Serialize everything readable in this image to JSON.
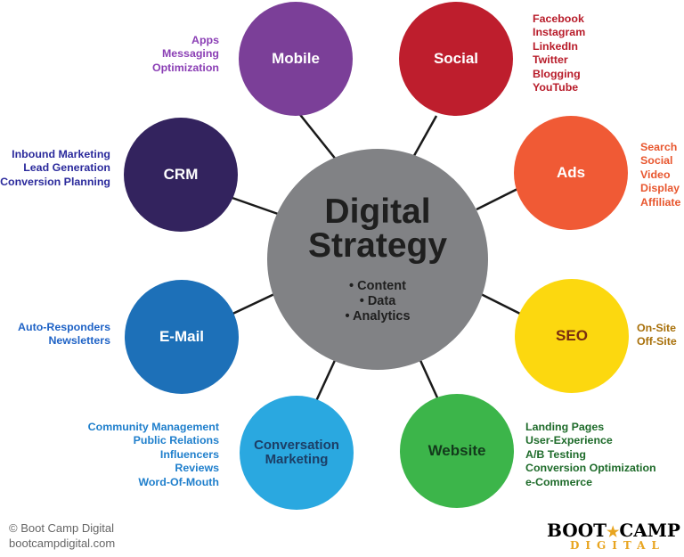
{
  "center": {
    "title_line1": "Digital",
    "title_line2": "Strategy",
    "bullets": [
      "• Content",
      "• Data",
      "• Analytics"
    ]
  },
  "nodes": {
    "mobile": {
      "label": "Mobile",
      "color": "#7b3f98",
      "items": [
        "Apps",
        "Messaging",
        "Optimization"
      ],
      "item_color": "#8b3fb5"
    },
    "social": {
      "label": "Social",
      "color": "#be1e2d",
      "items": [
        "Facebook",
        "Instagram",
        "LinkedIn",
        "Twitter",
        "Blogging",
        "YouTube"
      ],
      "item_color": "#b81c2a"
    },
    "crm": {
      "label": "CRM",
      "color": "#33235e",
      "items": [
        "Inbound Marketing",
        "Lead Generation",
        "Conversion Planning"
      ],
      "item_color": "#2b2a9c"
    },
    "ads": {
      "label": "Ads",
      "color": "#f05a35",
      "items": [
        "Search",
        "Social",
        "Video",
        "Display",
        "Affiliate"
      ],
      "item_color": "#e8572f"
    },
    "email": {
      "label": "E-Mail",
      "color": "#1d70b8",
      "items": [
        "Auto-Responders",
        "Newsletters"
      ],
      "item_color": "#1f63c6"
    },
    "seo": {
      "label": "SEO",
      "color": "#fcd80f",
      "label_color": "#7a2d10",
      "items": [
        "On-Site",
        "Off-Site"
      ],
      "item_color": "#a8700a"
    },
    "conversation": {
      "label_line1": "Conversation",
      "label_line2": "Marketing",
      "color": "#2aa8e0",
      "label_color": "#1c3e66",
      "items": [
        "Community Management",
        "Public Relations",
        "Influencers",
        "Reviews",
        "Word-Of-Mouth"
      ],
      "item_color": "#1f7fcc"
    },
    "website": {
      "label": "Website",
      "color": "#3cb54a",
      "label_color": "#133a1c",
      "items": [
        "Landing Pages",
        "User-Experience",
        "A/B Testing",
        "Conversion Optimization",
        "e-Commerce"
      ],
      "item_color": "#1e6b2a"
    }
  },
  "footer": {
    "copyright": "© Boot Camp Digital",
    "url": "bootcampdigital.com"
  },
  "logo": {
    "word1": "BOOT",
    "star": "★",
    "word2": "CAMP",
    "sub": "DIGITAL"
  }
}
